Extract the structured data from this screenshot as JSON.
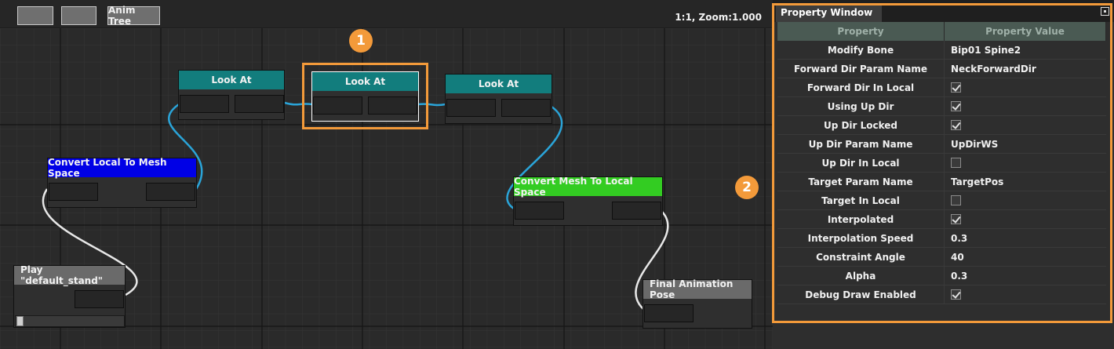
{
  "toolbar": {
    "back_label": "",
    "forward_label": "",
    "anim_tree_label": "Anim Tree",
    "zoom_text": "1:1, Zoom:1.000"
  },
  "nodes": {
    "look_at_1": {
      "title": "Look At"
    },
    "look_at_2": {
      "title": "Look At"
    },
    "look_at_3": {
      "title": "Look At"
    },
    "convert_local_to_mesh": {
      "title": "Convert Local To Mesh Space"
    },
    "convert_mesh_to_local": {
      "title": "Convert Mesh To Local Space"
    },
    "play_default_stand": {
      "title": "Play \"default_stand\""
    },
    "final_animation_pose": {
      "title": "Final Animation Pose"
    }
  },
  "callouts": {
    "one": "1",
    "two": "2"
  },
  "property_window": {
    "title": "Property Window",
    "header_property": "Property",
    "header_value": "Property Value",
    "rows": [
      {
        "name": "Modify Bone",
        "type": "text",
        "value": "Bip01 Spine2"
      },
      {
        "name": "Forward Dir Param Name",
        "type": "text",
        "value": "NeckForwardDir"
      },
      {
        "name": "Forward Dir In Local",
        "type": "check",
        "checked": true
      },
      {
        "name": "Using Up Dir",
        "type": "check",
        "checked": true
      },
      {
        "name": "Up Dir Locked",
        "type": "check",
        "checked": true
      },
      {
        "name": "Up Dir Param Name",
        "type": "text",
        "value": "UpDirWS"
      },
      {
        "name": "Up Dir In Local",
        "type": "check",
        "checked": false
      },
      {
        "name": "Target Param Name",
        "type": "text",
        "value": "TargetPos"
      },
      {
        "name": "Target In Local",
        "type": "check",
        "checked": false
      },
      {
        "name": "Interpolated",
        "type": "check",
        "checked": true
      },
      {
        "name": "Interpolation Speed",
        "type": "text",
        "value": "0.3"
      },
      {
        "name": "Constraint Angle",
        "type": "text",
        "value": "40"
      },
      {
        "name": "Alpha",
        "type": "text",
        "value": "0.3"
      },
      {
        "name": "Debug Draw Enabled",
        "type": "check",
        "checked": true
      }
    ]
  },
  "colors": {
    "accent_highlight": "#f39a3a",
    "look_at_header": "#127d7d",
    "local_to_mesh_header": "#0000e6",
    "mesh_to_local_header": "#33cc22",
    "link_blue": "#2aa4d8",
    "link_white": "#e8e8e8"
  }
}
